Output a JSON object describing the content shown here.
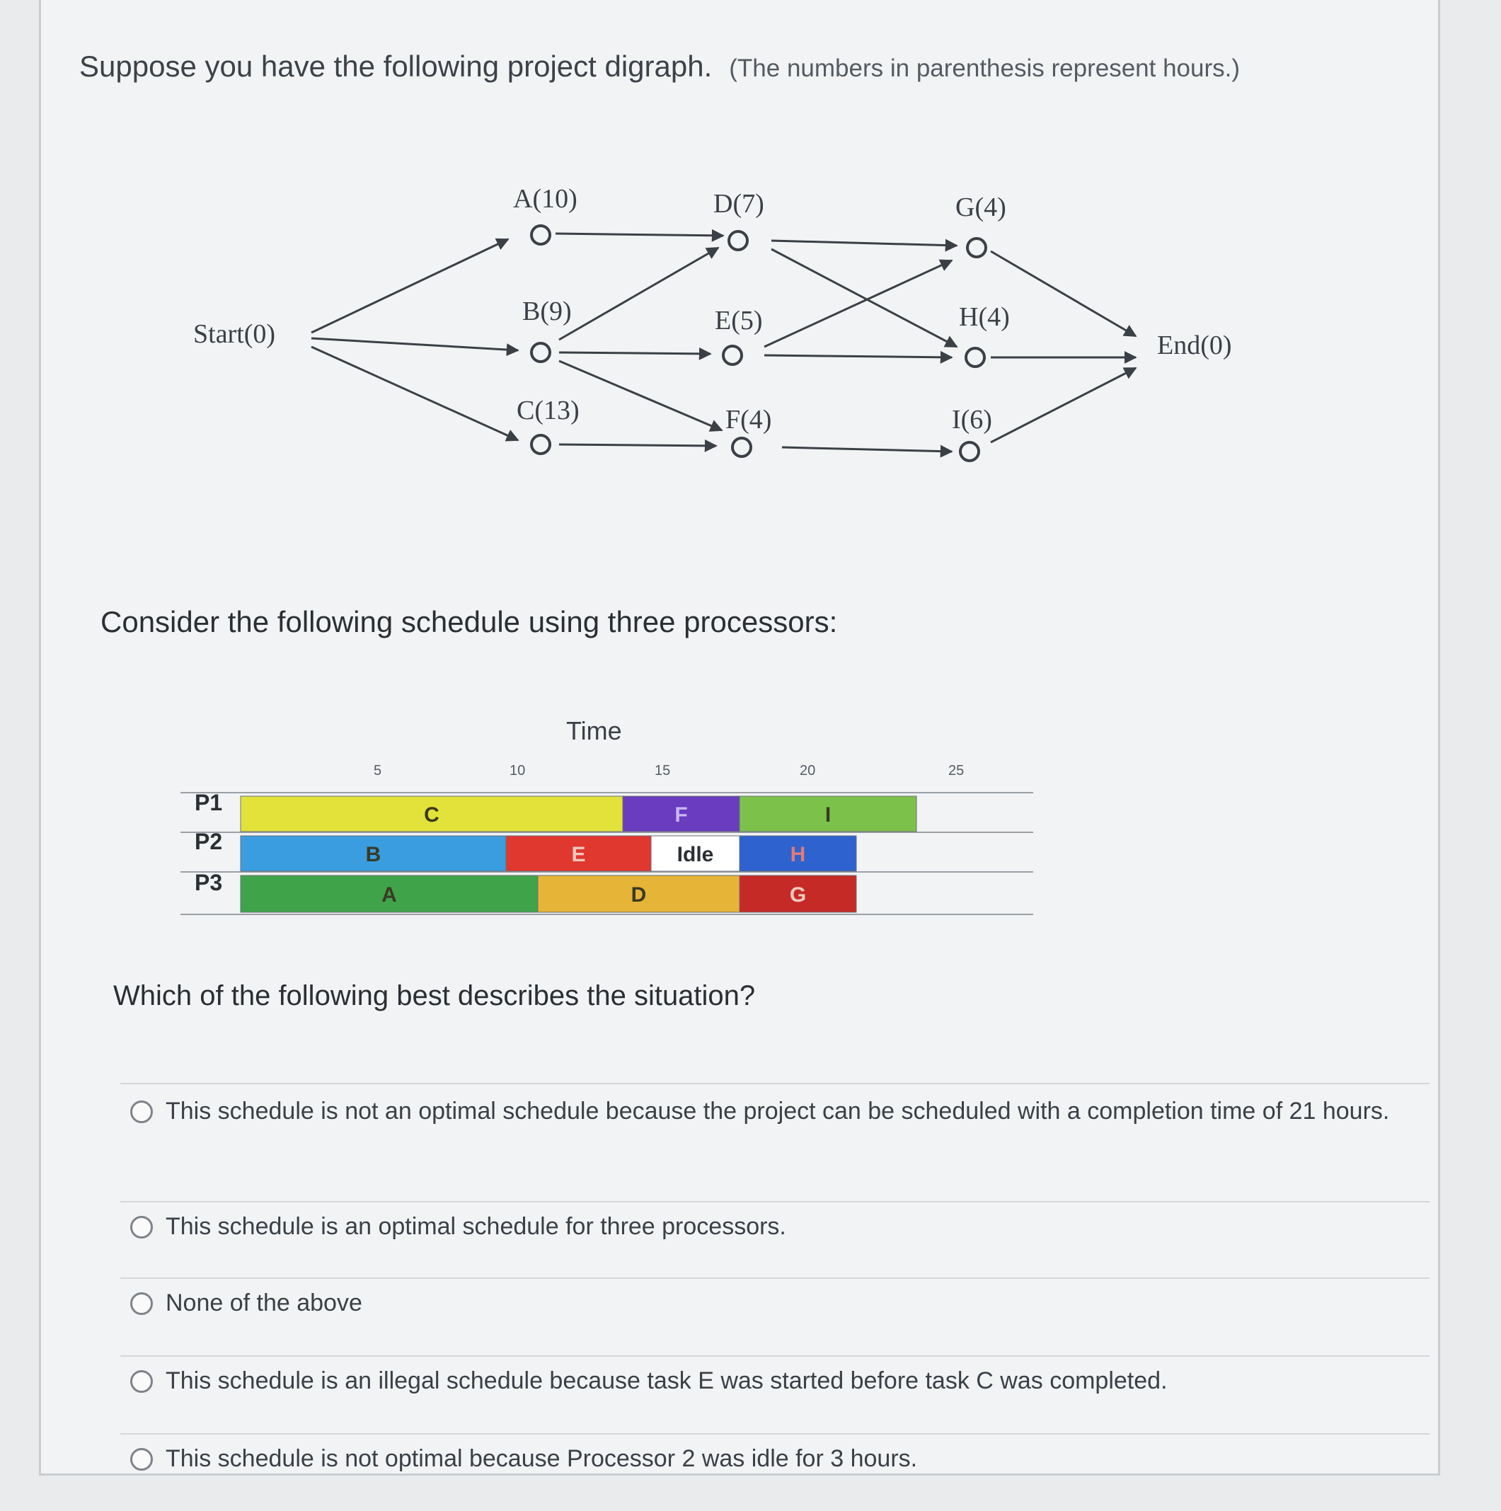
{
  "question": {
    "intro": "Suppose you have the following project digraph.",
    "note": "(The numbers in parenthesis represent hours.)",
    "schedule_intro": "Consider the following schedule using three processors:",
    "prompt": "Which of the following best describes the situation?"
  },
  "digraph": {
    "nodes": {
      "start": "Start(0)",
      "a": "A(10)",
      "b": "B(9)",
      "c": "C(13)",
      "d": "D(7)",
      "e": "E(5)",
      "f": "F(4)",
      "g": "G(4)",
      "h": "H(4)",
      "i": "I(6)",
      "end": "End(0)"
    }
  },
  "schedule": {
    "axis_title": "Time",
    "ticks": [
      "5",
      "10",
      "15",
      "20",
      "25"
    ],
    "processors": [
      "P1",
      "P2",
      "P3"
    ],
    "tasks": {
      "c": "C",
      "f": "F",
      "i": "I",
      "b": "B",
      "e": "E",
      "idle": "Idle",
      "h": "H",
      "a": "A",
      "d": "D",
      "g": "G"
    },
    "colors": {
      "c": "#e2e23a",
      "f": "#6a3cbf",
      "i": "#7cc24a",
      "b": "#3a9de0",
      "e": "#e0372f",
      "idle": "#ffffff",
      "h": "#2d62cf",
      "a": "#3fa34a",
      "d": "#e6b437",
      "g": "#c52a26"
    }
  },
  "options": [
    "This schedule is not an optimal schedule because the project can be scheduled with a completion time of 21 hours.",
    "This schedule is an optimal schedule for three processors.",
    "None of the above",
    "This schedule is an illegal schedule because task E was started before task C was completed.",
    "This schedule is not optimal because Processor 2 was idle for 3 hours."
  ]
}
